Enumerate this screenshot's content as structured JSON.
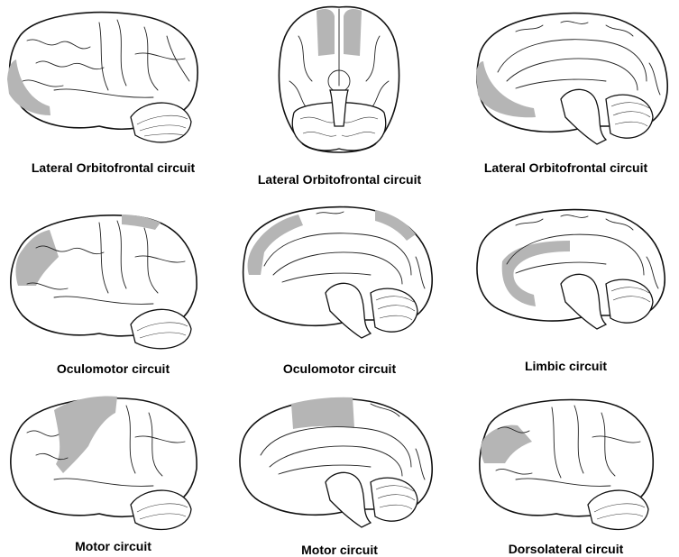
{
  "style": {
    "region_color": "#b5b5b5",
    "line_color": "#111111"
  },
  "panels": [
    {
      "caption": "Lateral Orbitofrontal circuit",
      "view": "lateral",
      "region": "orbitofrontal-lateral"
    },
    {
      "caption": "Lateral Orbitofrontal circuit",
      "view": "ventral",
      "region": "orbitofrontal-ventral"
    },
    {
      "caption": "Lateral Orbitofrontal circuit",
      "view": "medial",
      "region": "orbitofrontal-medial"
    },
    {
      "caption": "Oculomotor circuit",
      "view": "lateral",
      "region": "frontal-eye-field"
    },
    {
      "caption": "Oculomotor circuit",
      "view": "medial",
      "region": "medial-eye-field"
    },
    {
      "caption": "Limbic circuit",
      "view": "medial",
      "region": "anterior-cingulate"
    },
    {
      "caption": "Motor circuit",
      "view": "lateral",
      "region": "precentral"
    },
    {
      "caption": "Motor circuit",
      "view": "medial",
      "region": "supplementary-motor"
    },
    {
      "caption": "Dorsolateral circuit",
      "view": "lateral",
      "region": "dorsolateral-prefrontal"
    }
  ]
}
